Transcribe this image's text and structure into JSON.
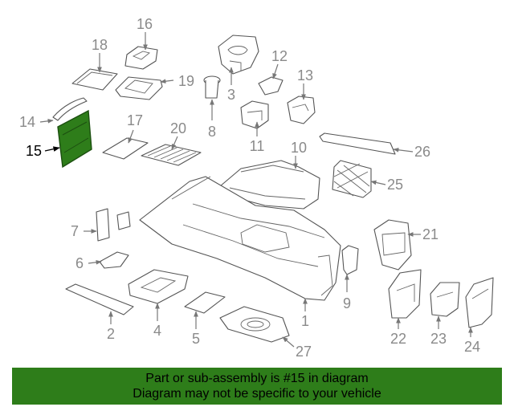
{
  "diagram": {
    "highlight_color": "#2e7d1a",
    "highlighted_part": "15",
    "callouts": [
      "1",
      "2",
      "3",
      "4",
      "5",
      "6",
      "7",
      "8",
      "9",
      "10",
      "11",
      "12",
      "13",
      "14",
      "15",
      "16",
      "17",
      "18",
      "19",
      "20",
      "21",
      "22",
      "23",
      "24",
      "25",
      "26",
      "27"
    ]
  },
  "footer": {
    "background": "#2e7d1a",
    "line1": "Part or sub-assembly is #15 in diagram",
    "line2": "Diagram may not be specific to your vehicle"
  }
}
